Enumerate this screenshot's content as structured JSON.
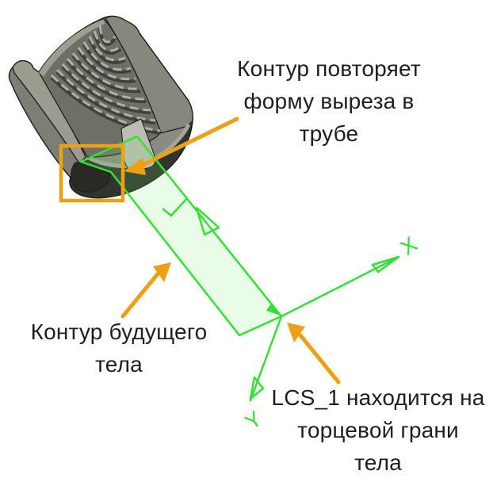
{
  "colors": {
    "annotation_orange": "#EDA013",
    "sketch_green": "#35E035",
    "sketch_fill": "rgba(110,235,110,0.16)",
    "body_gray": "#8B8B82",
    "text": "#1E1E1E",
    "background": "#FFFFFF"
  },
  "callouts": {
    "cutout": {
      "lines": [
        "Контур повторяет",
        "форму выреза в",
        "трубе"
      ]
    },
    "body": {
      "lines": [
        "Контур будущего",
        "тела"
      ]
    },
    "lcs": {
      "lines": [
        "LCS_1 находится на",
        "торцевой грани",
        "тела"
      ]
    }
  },
  "axes": {
    "x_label": "X",
    "y_label": "Y"
  }
}
